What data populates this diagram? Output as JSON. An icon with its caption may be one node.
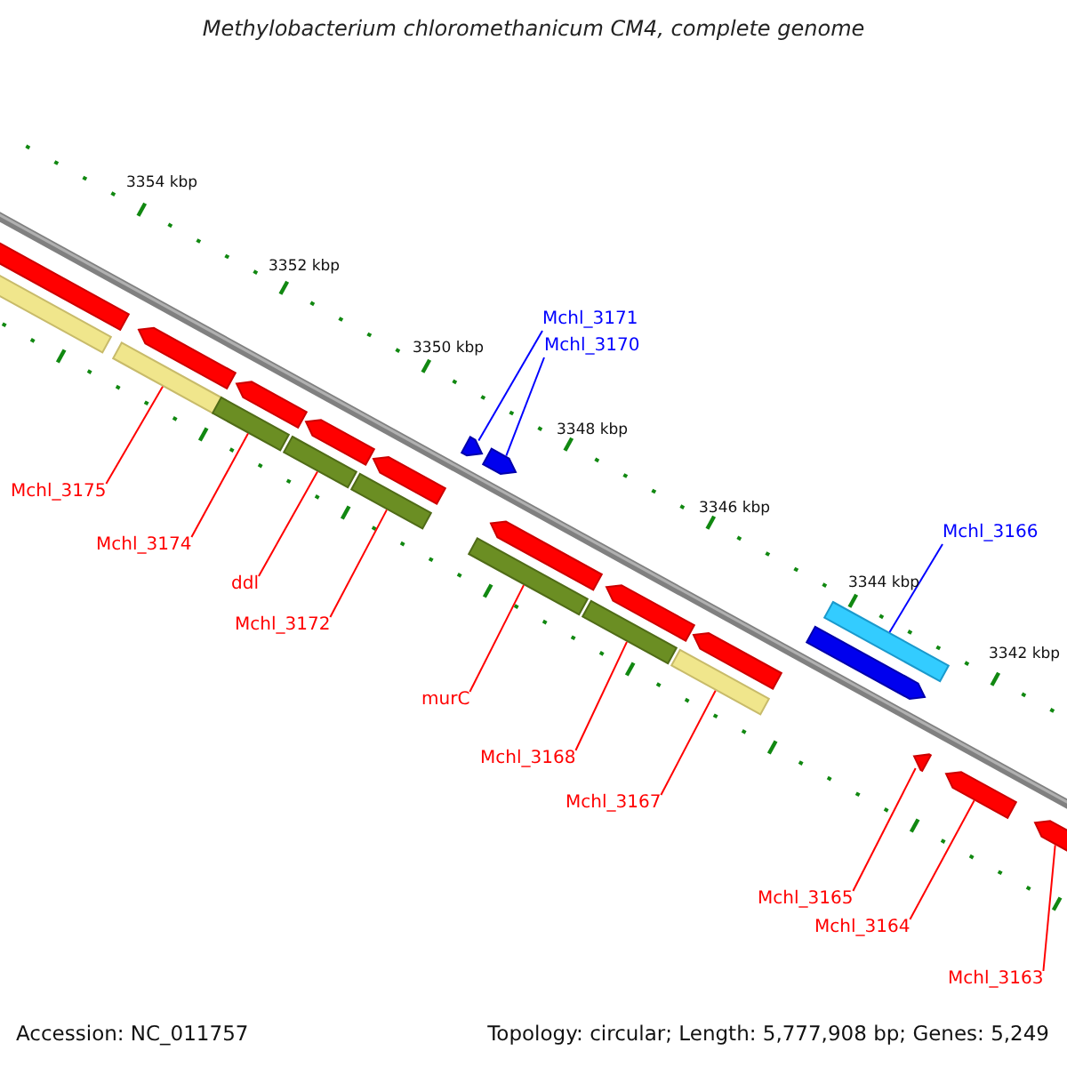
{
  "diagram": {
    "title": "Methylobacterium chloromethanicum CM4, complete genome",
    "nodes": [
      {
        "text": [],
        "shape": "bar"
      },
      {
        "text": [],
        "shape": "bar"
      },
      {
        "text": [],
        "shape": "bar"
      },
      {
        "text": [],
        "shape": "bar"
      },
      {
        "text": [],
        "shape": "bar"
      },
      {
        "text": [],
        "shape": "bar"
      },
      {
        "text": [],
        "shape": "bar"
      },
      {
        "text": [],
        "shape": "bar"
      },
      {
        "text": [],
        "shape": "bar"
      },
      {
        "text": [],
        "shape": "bar"
      },
      {
        "text": [],
        "shape": "bar"
      },
      {
        "text": [],
        "shape": "bar"
      },
      {
        "text": [],
        "shape": "bar"
      },
      {
        "text": [],
        "shape": "bar"
      },
      {
        "text": [
          "Mchl_3171"
        ]
      },
      {
        "text": [
          "Mchl_3170"
        ]
      },
      {
        "text": [
          "Mchl_3175"
        ]
      },
      {
        "text": [
          "Mchl_3166"
        ]
      },
      {
        "text": [
          "Mchl_3174"
        ]
      },
      {
        "text": [
          "ddl"
        ]
      },
      {
        "text": [
          "Mchl_3172"
        ]
      },
      {
        "text": [
          "murC"
        ]
      },
      {
        "text": [
          "Mchl_3168"
        ]
      },
      {
        "text": [
          "Mchl_3167"
        ]
      },
      {
        "text": [
          "Mchl_3165"
        ]
      },
      {
        "text": [
          "Mchl_3164"
        ]
      },
      {
        "text": [
          "Mchl_3163"
        ]
      }
    ],
    "edges": [
      {
        "from": 14,
        "to": 5,
        "arrow": "none",
        "color": "#0000ff"
      },
      {
        "from": 15,
        "to": 6,
        "arrow": "none",
        "color": "#0000ff"
      },
      {
        "from": 16,
        "to": 1,
        "arrow": "none"
      },
      {
        "from": 17,
        "to": 10,
        "arrow": "none",
        "color": "#0000ff"
      },
      {
        "from": 18,
        "to": 2,
        "arrow": "none"
      },
      {
        "from": 19,
        "to": 3,
        "arrow": "none"
      },
      {
        "from": 20,
        "to": 4,
        "arrow": "none"
      },
      {
        "from": 21,
        "to": 7,
        "arrow": "none"
      },
      {
        "from": 22,
        "to": 8,
        "arrow": "none"
      },
      {
        "from": 23,
        "to": 9,
        "arrow": "none"
      },
      {
        "from": 24,
        "to": 11,
        "arrow": "none"
      },
      {
        "from": 25,
        "to": 12,
        "arrow": "none"
      },
      {
        "from": 26,
        "to": 13,
        "arrow": "none"
      }
    ],
    "labels": [
      "3354 kbp",
      "3352 kbp",
      "3350 kbp",
      "3348 kbp",
      "3346 kbp",
      "3344 kbp",
      "3342 kbp",
      "Accession: NC_011757",
      "Topology: circular; Length: 5,777,908 bp; Genes: 5,249"
    ]
  }
}
